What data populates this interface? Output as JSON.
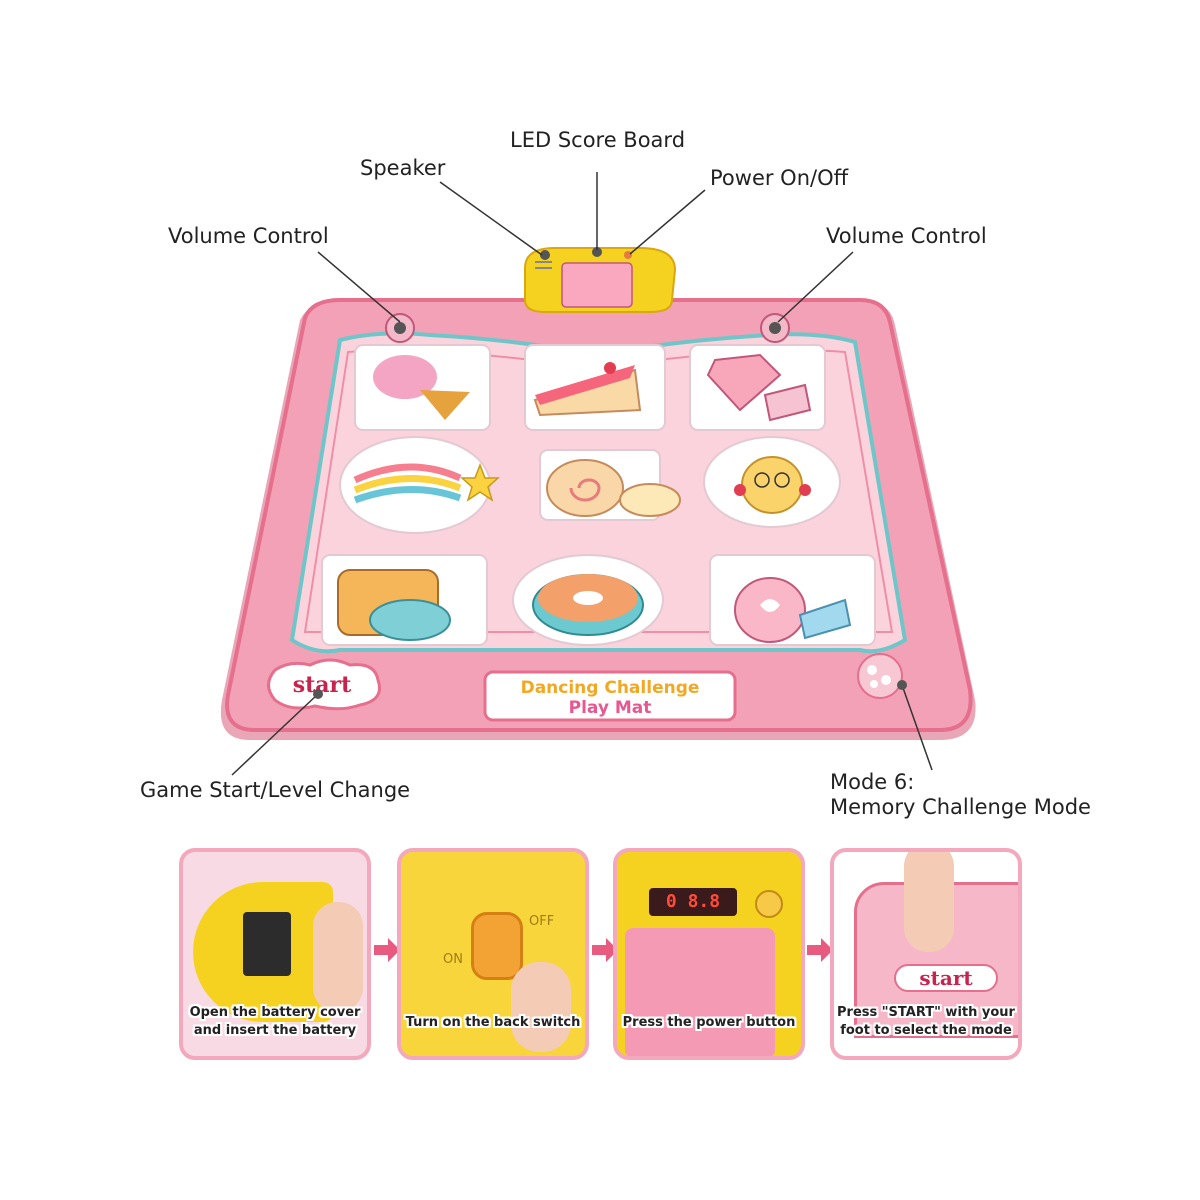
{
  "callouts": {
    "led_score_board": "LED Score Board",
    "speaker": "Speaker",
    "power": "Power On/Off",
    "volume_left": "Volume Control",
    "volume_right": "Volume Control",
    "game_start": "Game Start/Level Change",
    "mode6_line1": "Mode 6:",
    "mode6_line2": "Memory Challenge Mode"
  },
  "mat": {
    "start_label": "start",
    "title_line1": "Dancing Challenge",
    "title_line2": "Play Mat",
    "tiles": [
      "ice-cream",
      "cake-slice",
      "diamond",
      "rainbow-star",
      "swiss-roll-cat",
      "bee-cupcake",
      "toast-coffee",
      "donut",
      "candy-bag"
    ]
  },
  "steps": [
    {
      "caption": "Open the battery cover\nand insert the battery"
    },
    {
      "caption": "Turn on the back switch",
      "switch_on": "ON",
      "switch_off": "OFF"
    },
    {
      "caption": "Press the power button",
      "display": "0  8.8"
    },
    {
      "caption": "Press \"START\" with your\nfoot to select the mode",
      "start_label": "start"
    }
  ],
  "colors": {
    "mat_pink": "#f6b8c8",
    "mat_border": "#e7738f",
    "teal": "#6fc6c9",
    "yellow": "#f5d21f",
    "step_border": "#f3a8bd"
  }
}
